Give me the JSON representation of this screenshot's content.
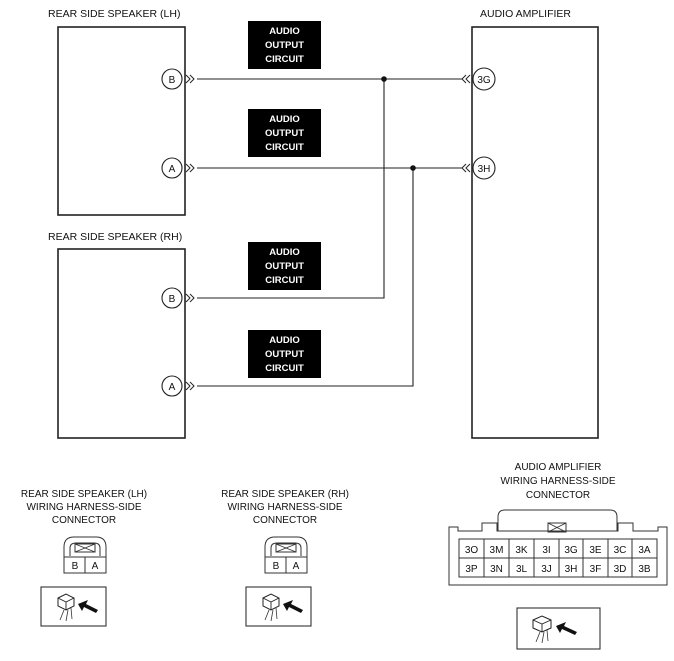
{
  "labels": {
    "lh_speaker": "REAR SIDE SPEAKER (LH)",
    "rh_speaker": "REAR SIDE SPEAKER (RH)",
    "amplifier": "AUDIO AMPLIFIER"
  },
  "audio_circuit_box": [
    "AUDIO",
    "OUTPUT",
    "CIRCUIT"
  ],
  "pins": {
    "lh_b": "B",
    "lh_a": "A",
    "rh_b": "B",
    "rh_a": "A",
    "amp_3g": "3G",
    "amp_3h": "3H"
  },
  "connectors": {
    "lh": {
      "title": [
        "REAR SIDE SPEAKER (LH)",
        "WIRING HARNESS-SIDE",
        "CONNECTOR"
      ],
      "cells": [
        "B",
        "A"
      ]
    },
    "rh": {
      "title": [
        "REAR SIDE SPEAKER (RH)",
        "WIRING HARNESS-SIDE",
        "CONNECTOR"
      ],
      "cells": [
        "B",
        "A"
      ]
    },
    "amp": {
      "title": [
        "AUDIO AMPLIFIER",
        "WIRING HARNESS-SIDE",
        "CONNECTOR"
      ],
      "rows": [
        [
          "3O",
          "3M",
          "3K",
          "3I",
          "3G",
          "3E",
          "3C",
          "3A"
        ],
        [
          "3P",
          "3N",
          "3L",
          "3J",
          "3H",
          "3F",
          "3D",
          "3B"
        ]
      ]
    }
  }
}
